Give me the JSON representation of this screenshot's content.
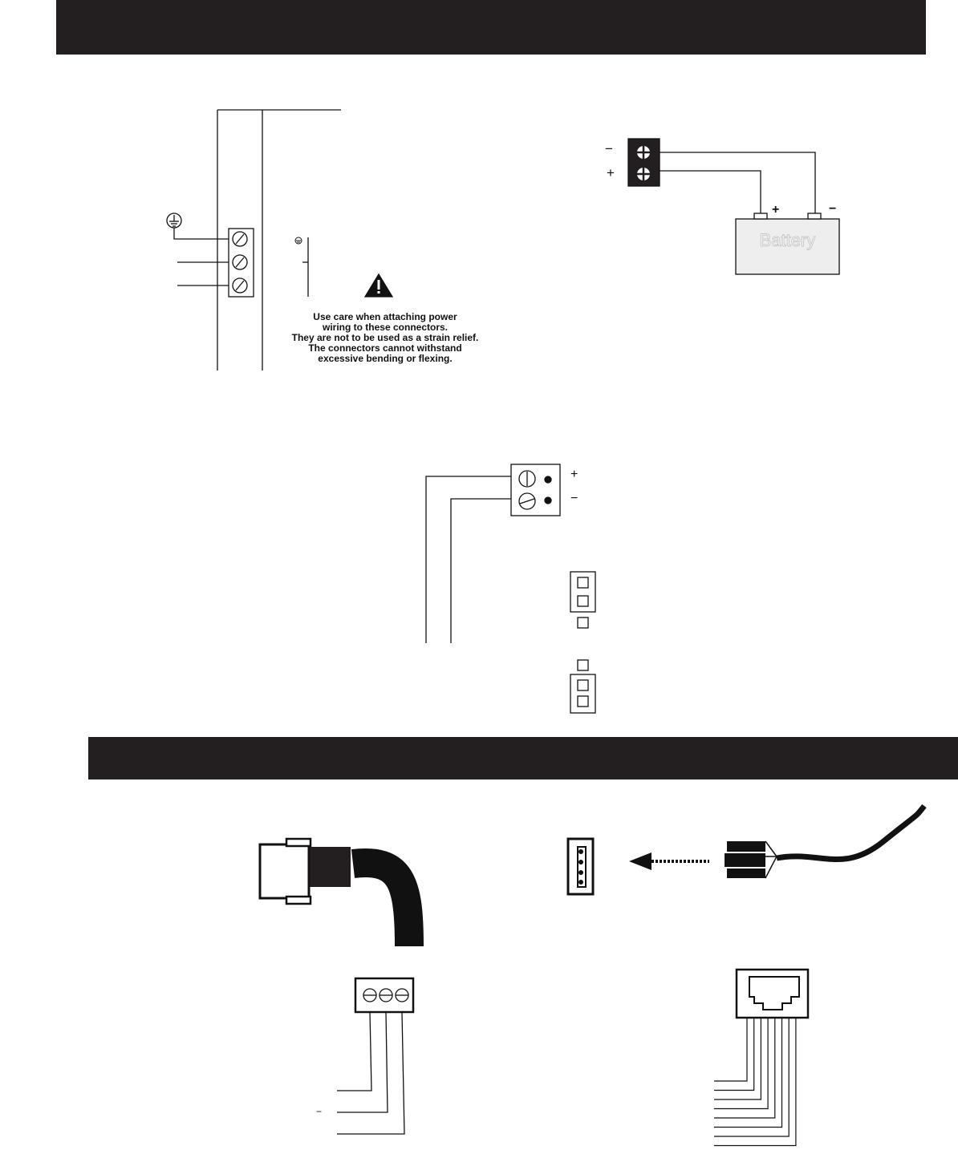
{
  "power_terminal": {
    "warning_lines": [
      "Use care when attaching power",
      "wiring to these connectors.",
      "They are not to be used as a strain relief.",
      "The connectors cannot withstand",
      "excessive bending or flexing."
    ],
    "icons": [
      "ground-icon",
      "warning-triangle-icon"
    ]
  },
  "battery": {
    "label": "Battery",
    "terminal_minus": "−",
    "terminal_plus": "+",
    "post_plus": "+",
    "post_minus": "−"
  },
  "dc_terminal": {
    "plus": "+",
    "minus": "−"
  },
  "three_pin": {
    "minus": "−"
  },
  "colors": {
    "band": "#231f20",
    "battery_fill": "#eeeeee",
    "battery_text": "#cccccc"
  }
}
